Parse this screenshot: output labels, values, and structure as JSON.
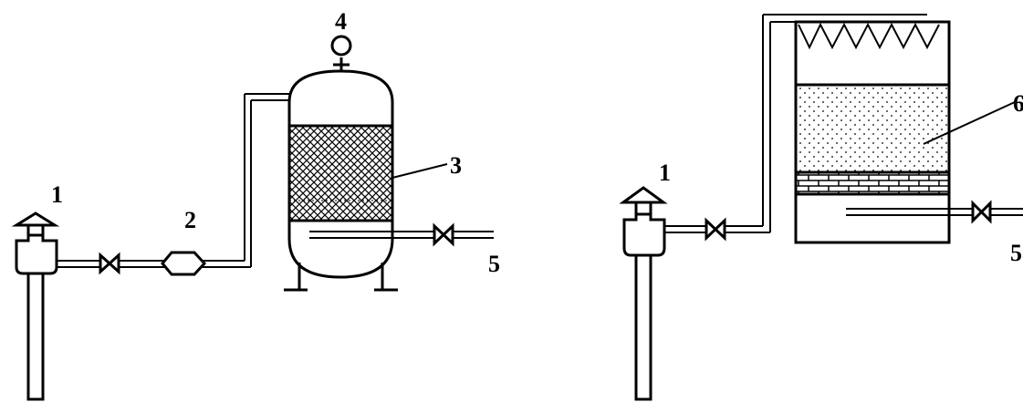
{
  "labels": {
    "wellhead_left": "1",
    "flowmeter": "2",
    "media": "3",
    "vent_valve": "4",
    "outlet_left": "5",
    "wellhead_right": "1",
    "media_right": "6",
    "outlet_right": "5"
  },
  "colors": {
    "line": "#000000",
    "background": "#ffffff"
  },
  "icons": {
    "valve": "bowtie-valve-icon",
    "wellhead": "capped-wellhead-icon",
    "aerator": "spray-nozzle-icon"
  }
}
